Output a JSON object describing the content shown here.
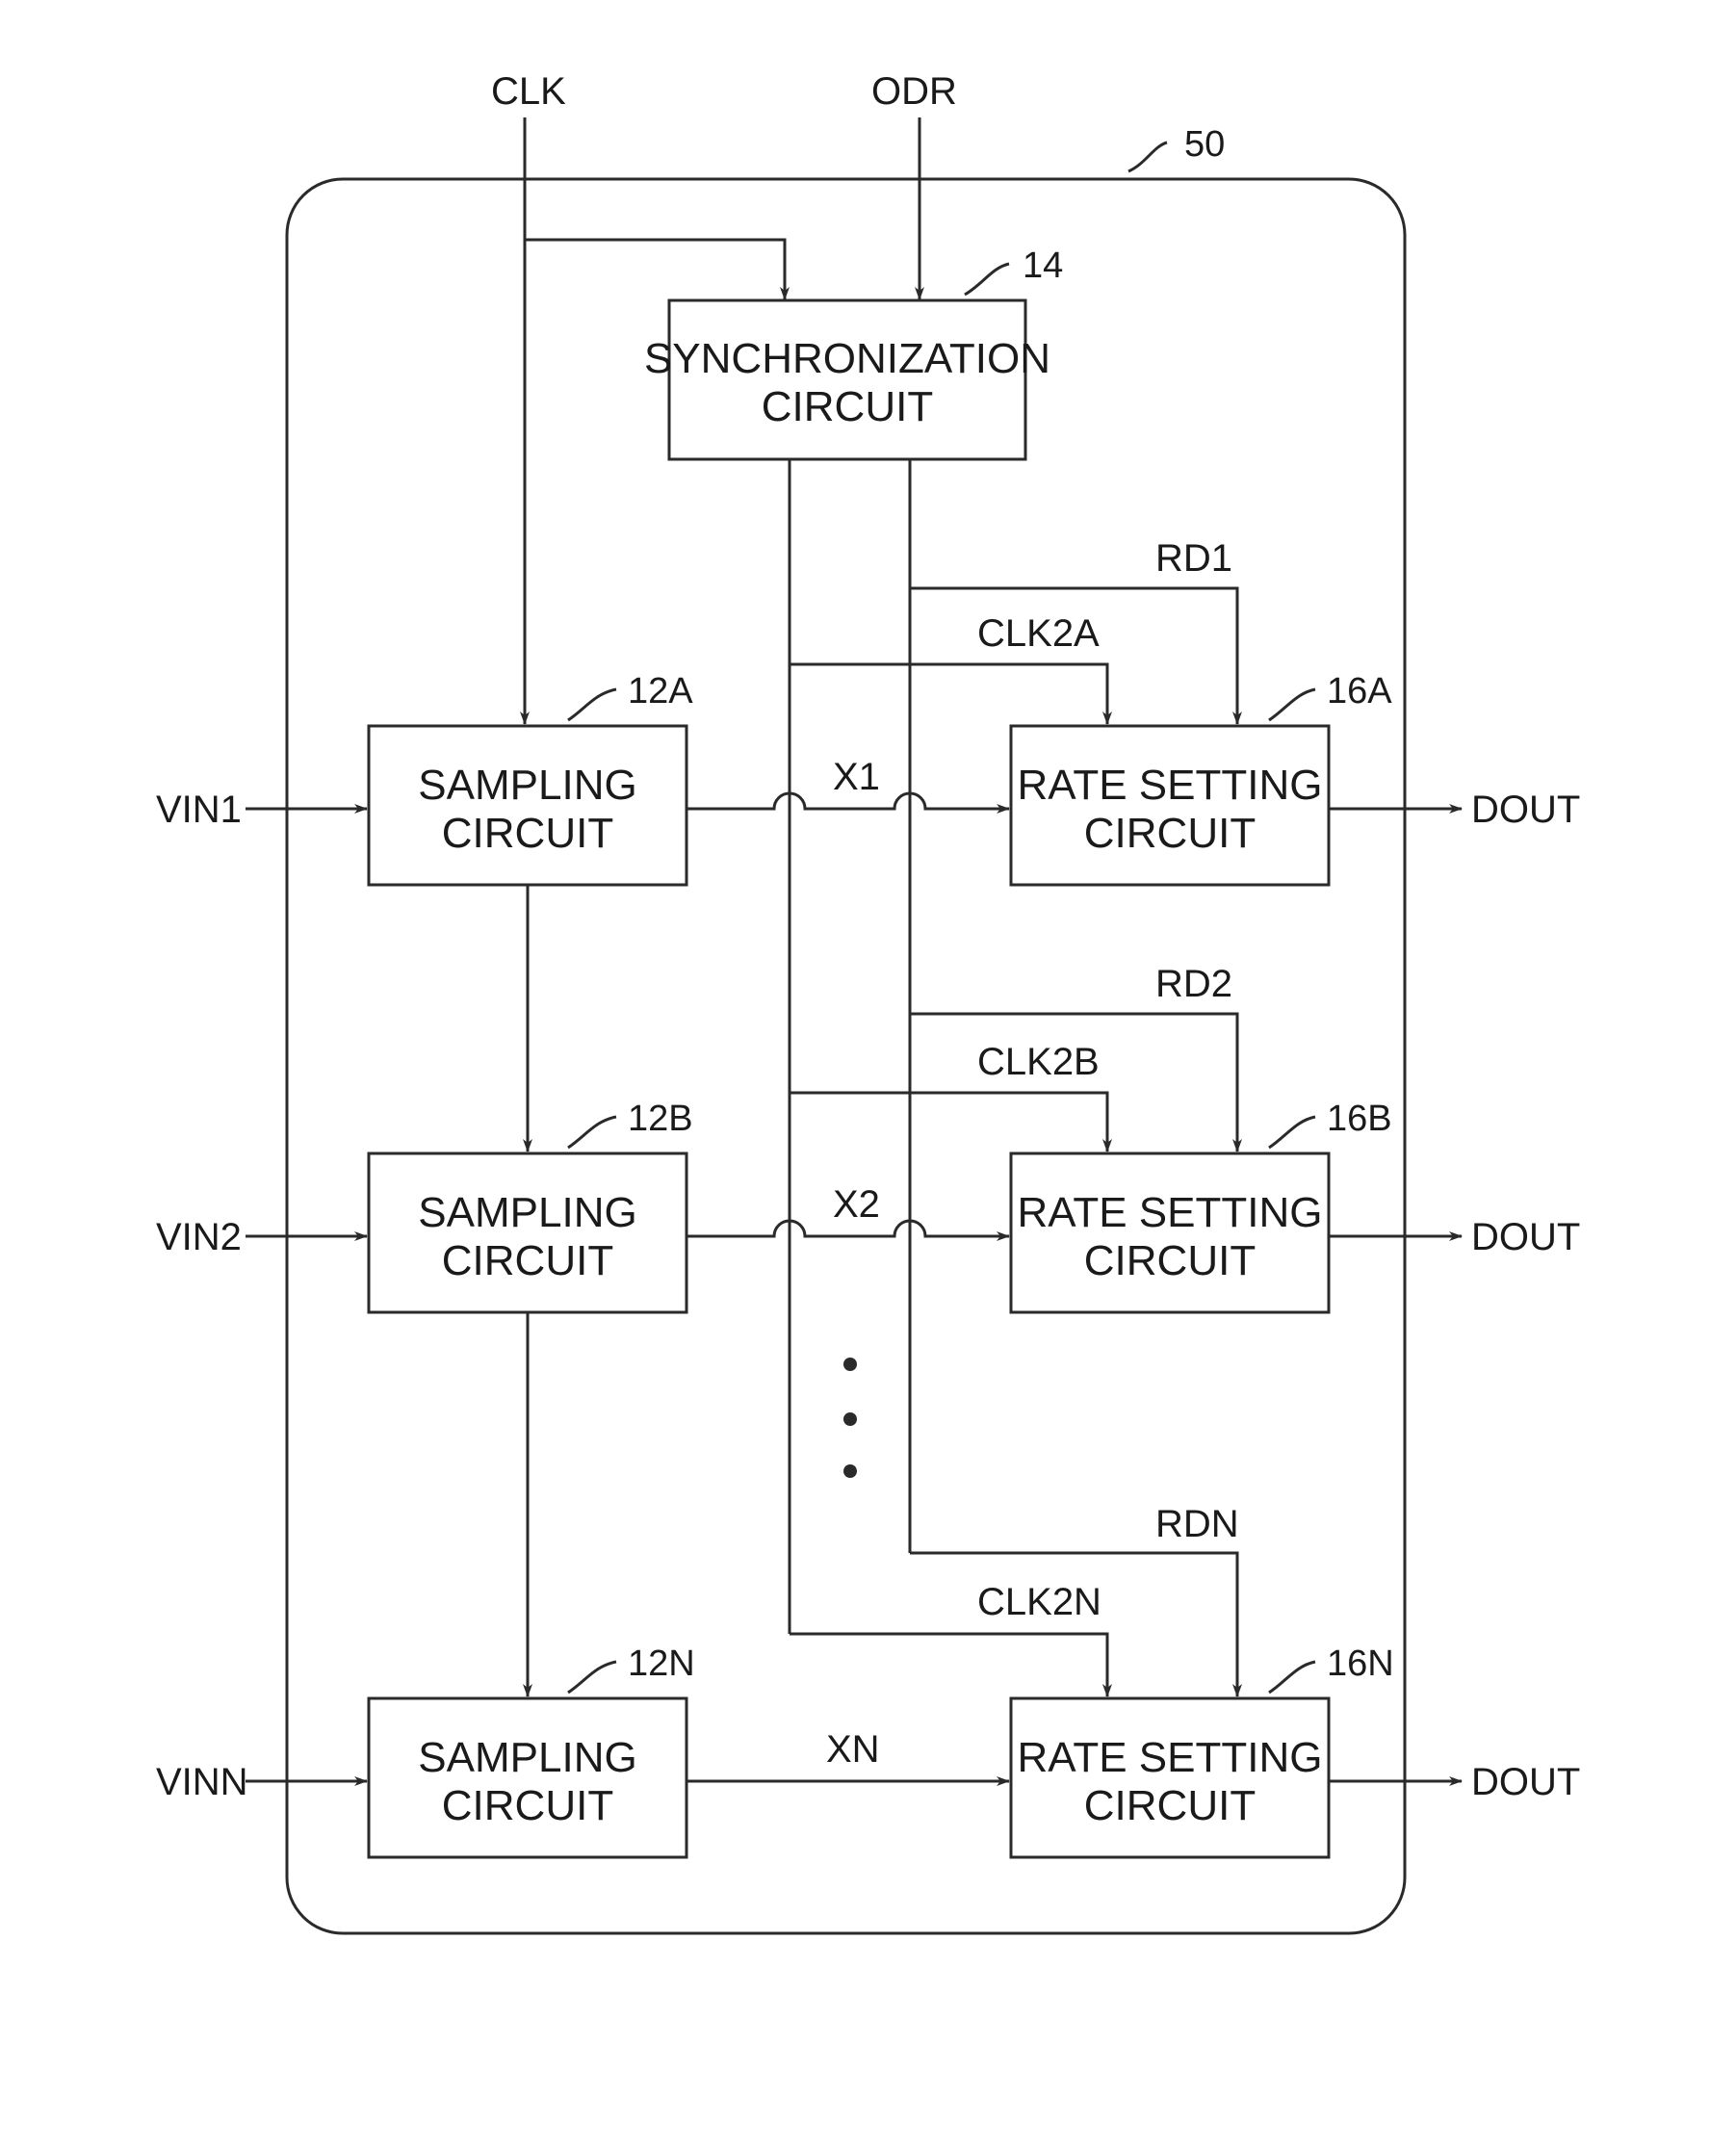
{
  "inputs": {
    "clk": "CLK",
    "odr": "ODR"
  },
  "device_ref": "50",
  "sync": {
    "ref": "14",
    "line1": "SYNCHRONIZATION",
    "line2": "CIRCUIT"
  },
  "sampling": [
    {
      "ref": "12A",
      "line1": "SAMPLING",
      "line2": "CIRCUIT",
      "input": "VIN1",
      "signal": "X1"
    },
    {
      "ref": "12B",
      "line1": "SAMPLING",
      "line2": "CIRCUIT",
      "input": "VIN2",
      "signal": "X2"
    },
    {
      "ref": "12N",
      "line1": "SAMPLING",
      "line2": "CIRCUIT",
      "input": "VINN",
      "signal": "XN"
    }
  ],
  "rate": [
    {
      "ref": "16A",
      "line1": "RATE SETTING",
      "line2": "CIRCUIT",
      "rd": "RD1",
      "clk2": "CLK2A",
      "output": "DOUT"
    },
    {
      "ref": "16B",
      "line1": "RATE SETTING",
      "line2": "CIRCUIT",
      "rd": "RD2",
      "clk2": "CLK2B",
      "output": "DOUT"
    },
    {
      "ref": "16N",
      "line1": "RATE SETTING",
      "line2": "CIRCUIT",
      "rd": "RDN",
      "clk2": "CLK2N",
      "output": "DOUT"
    }
  ]
}
